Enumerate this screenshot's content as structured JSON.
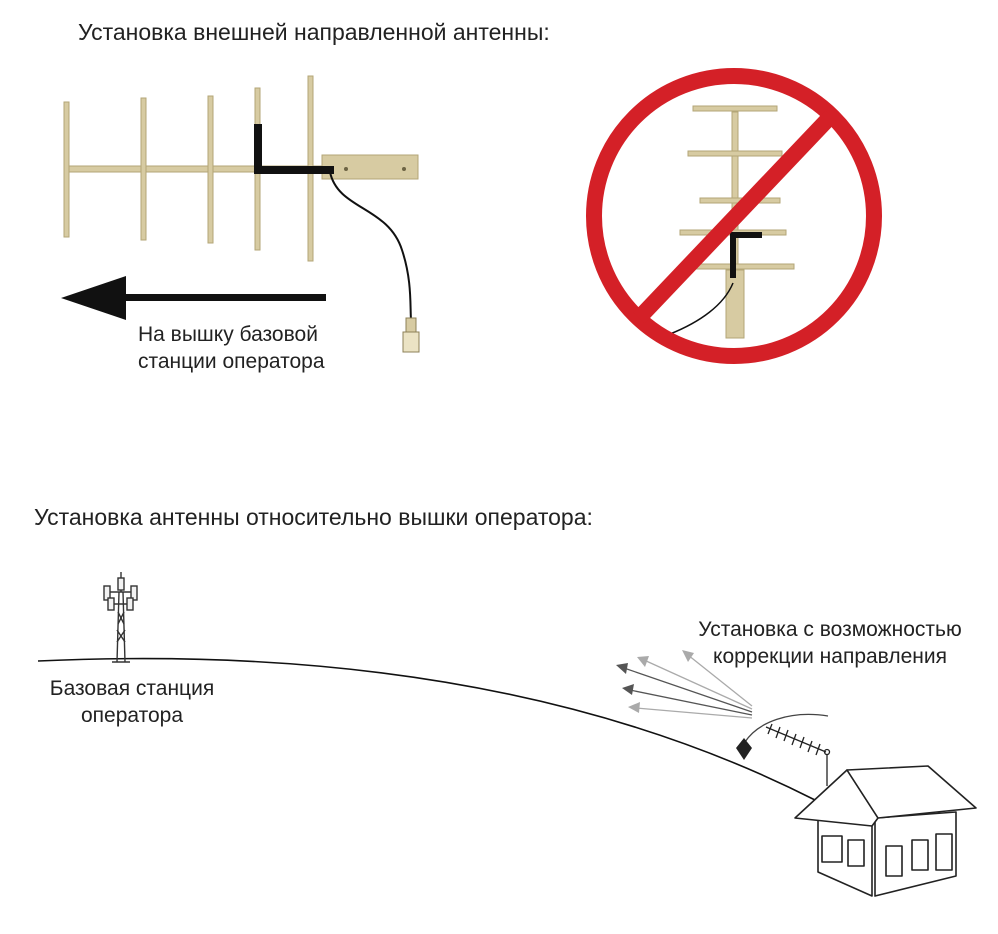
{
  "section_top": {
    "title": "Установка внешней направленной антенны:",
    "arrow_label_line1": "На вышку базовой",
    "arrow_label_line2": "станции оператора"
  },
  "section_bottom": {
    "title": "Установка антенны относительно вышки оператора:",
    "correction_line1": "Установка с возможностью",
    "correction_line2": "коррекции направления",
    "base_line1": "Базовая станция",
    "base_line2": "оператора"
  },
  "colors": {
    "antenna_gold": "#d7cba2",
    "antenna_edge": "#b3a677",
    "prohibition_red": "#d42027",
    "ink": "#111111"
  },
  "icons": [
    "yagi-antenna-icon",
    "prohibition-sign-icon",
    "cell-tower-icon",
    "house-icon",
    "direction-arrow-icon"
  ]
}
